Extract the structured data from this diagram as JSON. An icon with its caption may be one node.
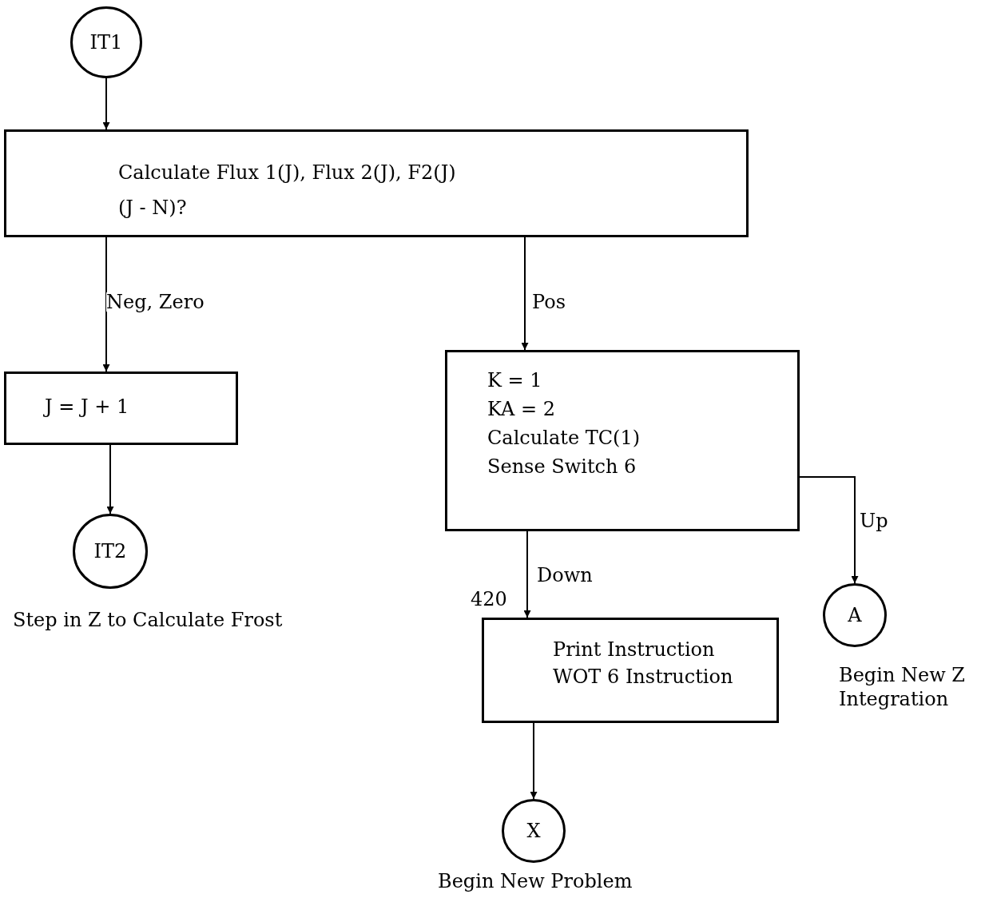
{
  "diagram": {
    "nodes": [
      {
        "text": [
          "IT1"
        ]
      },
      {
        "text": [
          "Calculate Flux 1(J), Flux 2(J), F2(J)",
          "(J - N)?"
        ]
      },
      {
        "text": [
          "J = J + 1"
        ]
      },
      {
        "text": [
          "IT2"
        ],
        "beside": [
          "Step in Z to Calculate Frost"
        ]
      },
      {
        "text": [
          "K = 1",
          "KA = 2",
          "Calculate TC(1)",
          "Sense Switch 6"
        ]
      },
      {
        "text": [
          "Print Instruction",
          "WOT 6 Instruction"
        ],
        "beside": [
          "420"
        ]
      },
      {
        "text": [
          "A"
        ],
        "beside": [
          "Begin New Z Integration"
        ]
      },
      {
        "text": [
          "X"
        ],
        "beside": [
          "Begin New Problem"
        ]
      }
    ],
    "edges": [
      {
        "from": 0,
        "to": 1,
        "arrow": "to"
      },
      {
        "from": 1,
        "to": 2,
        "arrow": "to",
        "label": "Neg, Zero"
      },
      {
        "from": 1,
        "to": 4,
        "arrow": "to",
        "label": "Pos"
      },
      {
        "from": 2,
        "to": 3,
        "arrow": "to"
      },
      {
        "from": 4,
        "to": 6,
        "arrow": "to",
        "label": "Up"
      },
      {
        "from": 4,
        "to": 5,
        "arrow": "to",
        "label": "Down"
      },
      {
        "from": 5,
        "to": 7,
        "arrow": "to"
      }
    ]
  }
}
